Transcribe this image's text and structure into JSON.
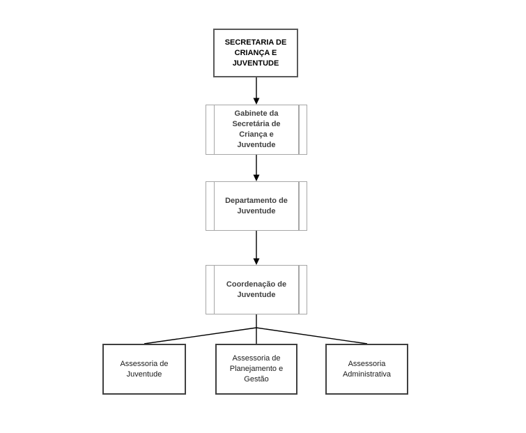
{
  "diagram": {
    "type": "org-chart",
    "nodes": {
      "secretaria": {
        "label": "SECRETARIA DE\nCRIANÇA E\nJUVENTUDE"
      },
      "gabinete": {
        "label": "Gabinete da\nSecretária de\nCriança e\nJuventude"
      },
      "departamento": {
        "label": "Departamento de\nJuventude"
      },
      "coordenacao": {
        "label": "Coordenação de\nJuventude"
      },
      "assessoria_juventude": {
        "label": "Assessoria de\nJuventude"
      },
      "assessoria_planejamento": {
        "label": "Assessoria de\nPlanejamento e\nGestão"
      },
      "assessoria_administrativa": {
        "label": "Assessoria\nAdministrativa"
      }
    },
    "edges": [
      {
        "from": "secretaria",
        "to": "gabinete",
        "arrow": true
      },
      {
        "from": "gabinete",
        "to": "departamento",
        "arrow": true
      },
      {
        "from": "departamento",
        "to": "coordenacao",
        "arrow": true
      },
      {
        "from": "coordenacao",
        "to": "assessoria_juventude",
        "arrow": false
      },
      {
        "from": "coordenacao",
        "to": "assessoria_planejamento",
        "arrow": false
      },
      {
        "from": "coordenacao",
        "to": "assessoria_administrativa",
        "arrow": false
      }
    ],
    "colors": {
      "background": "#FFFFFF",
      "root_border": "#595959",
      "mid_border": "#A6A6A6",
      "leaf_border": "#3F3F3F",
      "root_text": "#000000",
      "mid_text": "#404040",
      "leaf_text": "#1A1A1A",
      "connector": "#000000"
    }
  }
}
